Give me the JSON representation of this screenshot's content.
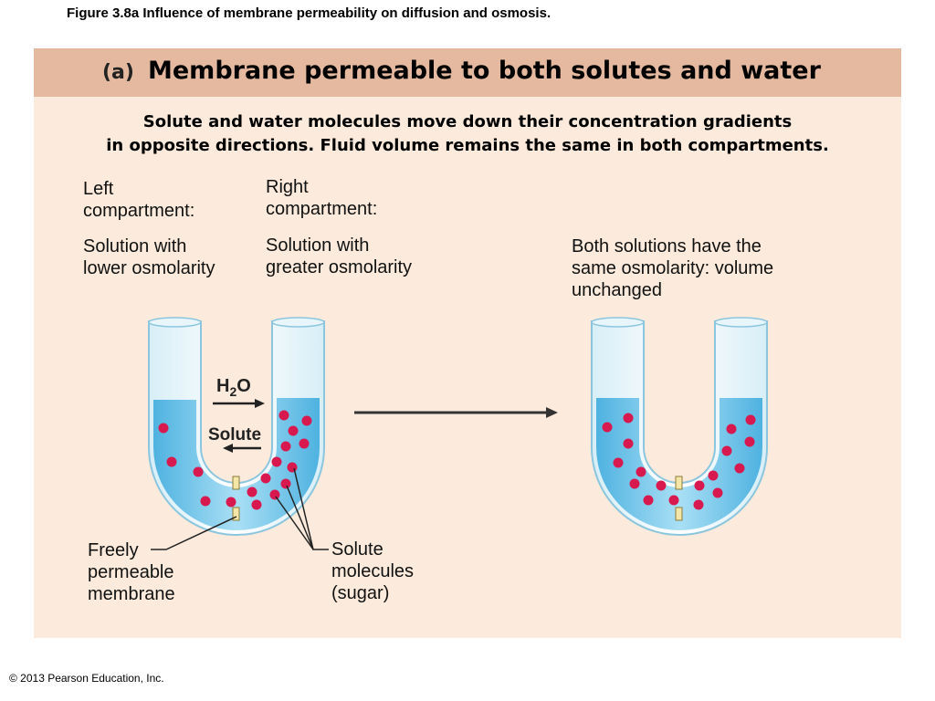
{
  "figure_caption": "Figure 3.8a  Influence of membrane permeability on diffusion and osmosis.",
  "panel": {
    "letter": "(a)",
    "title": "Membrane permeable to both solutes and water",
    "intro_line1": "Solute and water molecules move down their concentration gradients",
    "intro_line2": "in opposite directions. Fluid volume remains the same in both compartments."
  },
  "labels": {
    "left_compartment_1": "Left",
    "left_compartment_2": "compartment:",
    "left_solution_1": "Solution with",
    "left_solution_2": "lower osmolarity",
    "right_compartment_1": "Right",
    "right_compartment_2": "compartment:",
    "right_solution_1": "Solution with",
    "right_solution_2": "greater osmolarity",
    "result_1": "Both solutions have the",
    "result_2": "same osmolarity: volume",
    "result_3": "unchanged",
    "water_arrow_main": "H",
    "water_arrow_sub": "2",
    "water_arrow_end": "O",
    "solute_arrow": "Solute",
    "membrane_1": "Freely",
    "membrane_2": "permeable",
    "membrane_3": "membrane",
    "solute_mol_1": "Solute",
    "solute_mol_2": "molecules",
    "solute_mol_3": "(sugar)"
  },
  "colors": {
    "panel_bg": "#fcebdc",
    "header_bg": "#e5b9a0",
    "liquid": "#6cc3ea",
    "solute_dot": "#d8194f",
    "membrane": "#f3e6a6"
  },
  "copyright": "© 2013 Pearson Education, Inc."
}
